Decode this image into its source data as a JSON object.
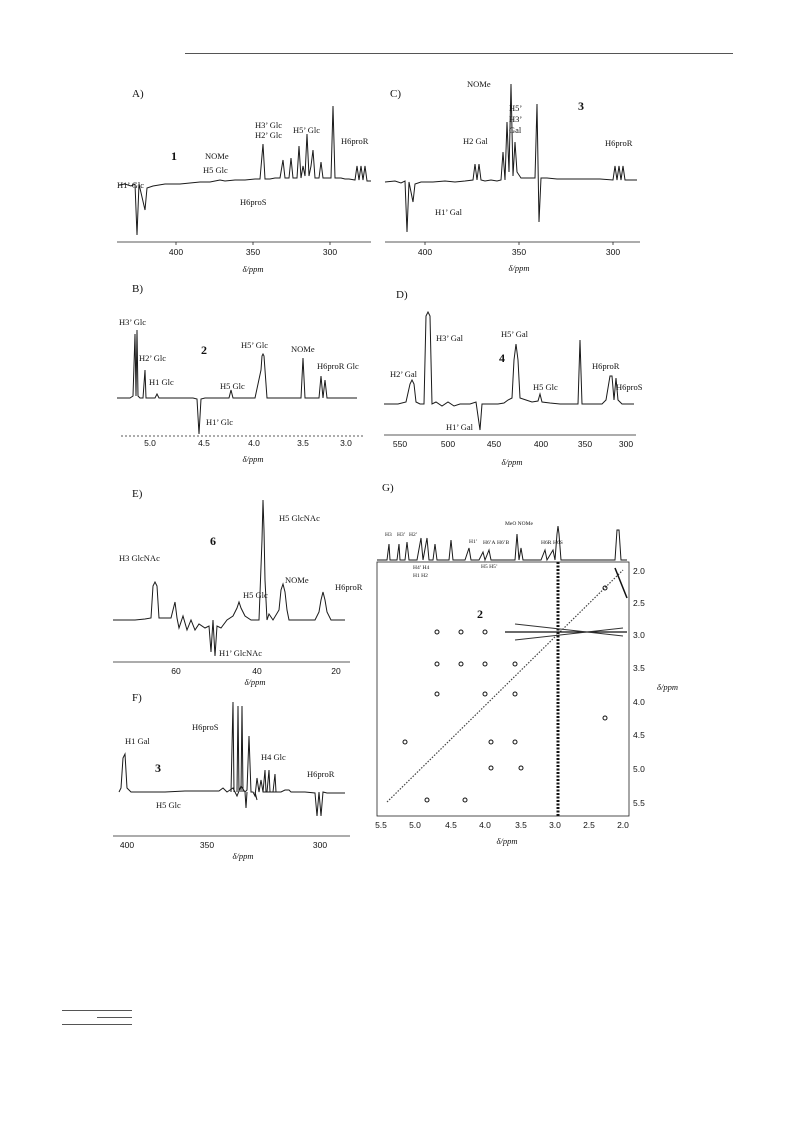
{
  "figure": {
    "panels": {
      "A": {
        "label": "A)",
        "compound": "1",
        "xlabel": "δ/ppm",
        "ticks": [
          "400",
          "350",
          "300"
        ],
        "annotations": [
          "H1’ Glc",
          "NOMe",
          "H5 Glc",
          "H3’ Glc",
          "H2’ Glc",
          "H5’ Glc",
          "H6proS",
          "H6proR"
        ]
      },
      "B": {
        "label": "B)",
        "compound": "2",
        "xlabel": "δ/ppm",
        "ticks": [
          "5.0",
          "4.5",
          "4.0",
          "3.5",
          "3.0"
        ],
        "annotations": [
          "H3’ Glc",
          "H2’ Glc",
          "H1 Glc",
          "H5 Glc",
          "H5’ Glc",
          "NOMe",
          "H6proR Glc",
          "H1’ Glc"
        ]
      },
      "C": {
        "label": "C)",
        "compound": "3",
        "xlabel": "δ/ppm",
        "ticks": [
          "400",
          "350",
          "300"
        ],
        "annotations": [
          "NOMe",
          "H5’",
          "H3’",
          "Gal",
          "H2 Gal",
          "H6proR",
          "H1’ Gal"
        ]
      },
      "D": {
        "label": "D)",
        "compound": "4",
        "xlabel": "δ/ppm",
        "ticks": [
          "550",
          "500",
          "450",
          "400",
          "350",
          "300"
        ],
        "annotations": [
          "H3’ Gal",
          "H5’ Gal",
          "H2’ Gal",
          "H5 Glc",
          "H6proR",
          "H6proS",
          "H1’ Gal"
        ]
      },
      "E": {
        "label": "E)",
        "compound": "6",
        "xlabel": "δ/ppm",
        "ticks": [
          "60",
          "40",
          "20"
        ],
        "annotations": [
          "H5 GlcNAc",
          "H3 GlcNAc",
          "NOMe",
          "H5 Glc",
          "H6proR",
          "H1’ GlcNAc"
        ]
      },
      "F": {
        "label": "F)",
        "compound": "3",
        "xlabel": "δ/ppm",
        "ticks": [
          "400",
          "350",
          "300"
        ],
        "annotations": [
          "H6proS",
          "H1 Gal",
          "H4 Glc",
          "H6proR",
          "H5 Glc"
        ]
      },
      "G": {
        "label": "G)",
        "compound": "2",
        "xlabel": "δ/ppm",
        "ylabel": "δ/ppm",
        "xticks": [
          "5.5",
          "5.0",
          "4.5",
          "4.0",
          "3.5",
          "3.0",
          "2.5",
          "2.0"
        ],
        "yticks": [
          "2.0",
          "2.5",
          "3.0",
          "3.5",
          "4.0",
          "4.5",
          "5.0",
          "5.5"
        ],
        "proj_labels_top": [
          "H3",
          "H3’",
          "H2’",
          "H1’",
          "H6’A",
          "H6’B",
          "MeO NOMe",
          "H6R",
          "H6S"
        ],
        "proj_labels_bottom": [
          "H4’ H4",
          "H1 H2",
          "H5 H5’"
        ]
      }
    }
  }
}
